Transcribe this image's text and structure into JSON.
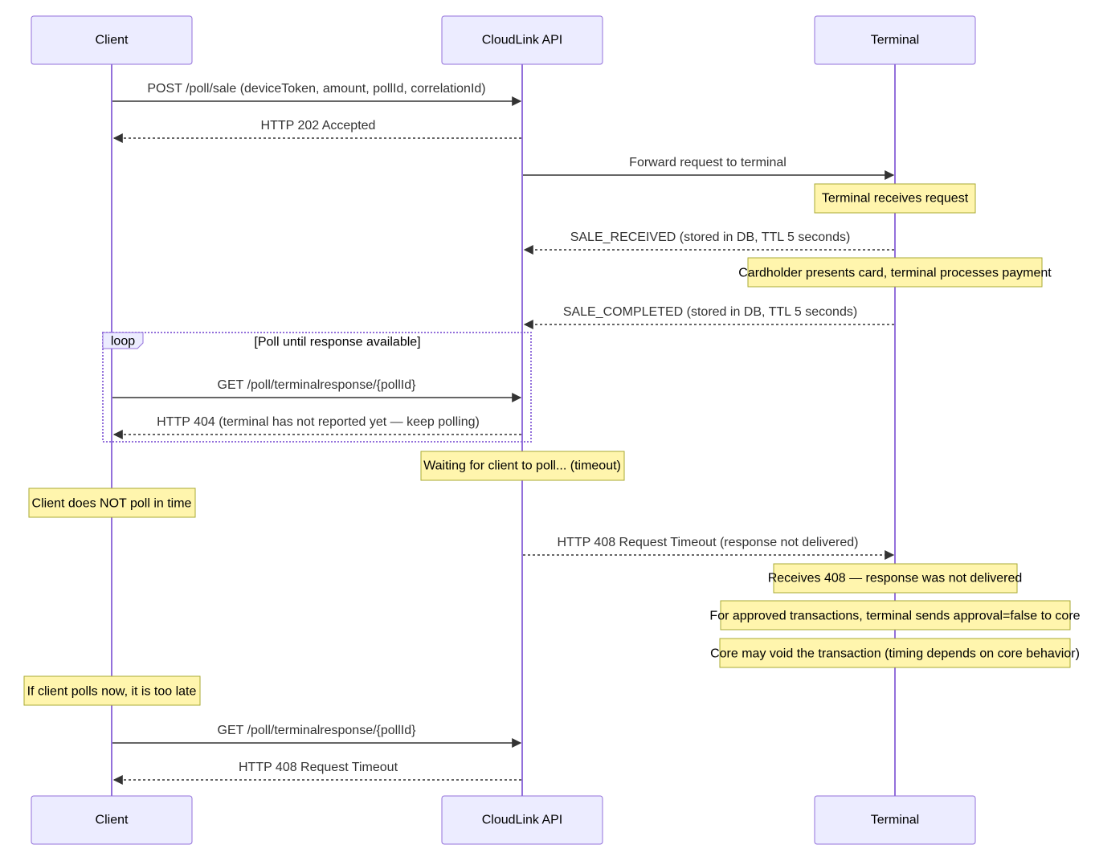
{
  "actors": {
    "client": "Client",
    "api": "CloudLink API",
    "terminal": "Terminal"
  },
  "messages": [
    "POST /poll/sale (deviceToken, amount, pollId, correlationId)",
    "HTTP 202 Accepted",
    "Forward request to terminal",
    "SALE_RECEIVED (stored in DB, TTL 5 seconds)",
    "SALE_COMPLETED (stored in DB, TTL 5 seconds)",
    "GET /poll/terminalresponse/{pollId}",
    "HTTP 404 (terminal has not reported yet — keep polling)",
    "HTTP 408 Request Timeout (response not delivered)",
    "GET /poll/terminalresponse/{pollId}",
    "HTTP 408 Request Timeout"
  ],
  "notes": [
    "Terminal receives request",
    "Cardholder presents card, terminal processes payment",
    "Waiting for client to poll... (timeout)",
    "Client does NOT poll in time",
    "Receives 408 — response was not delivered",
    "For approved transactions, terminal sends approval=false to core",
    "Core may void the transaction (timing depends on core behavior)",
    "If client polls now, it is too late"
  ],
  "loop": {
    "label": "loop",
    "condition": "[Poll until response available]"
  },
  "colors": {
    "actor_fill": "#ececff",
    "actor_stroke": "#9370db",
    "note_fill": "#fff5ad",
    "note_stroke": "#aaaa33",
    "arrow": "#333333"
  }
}
